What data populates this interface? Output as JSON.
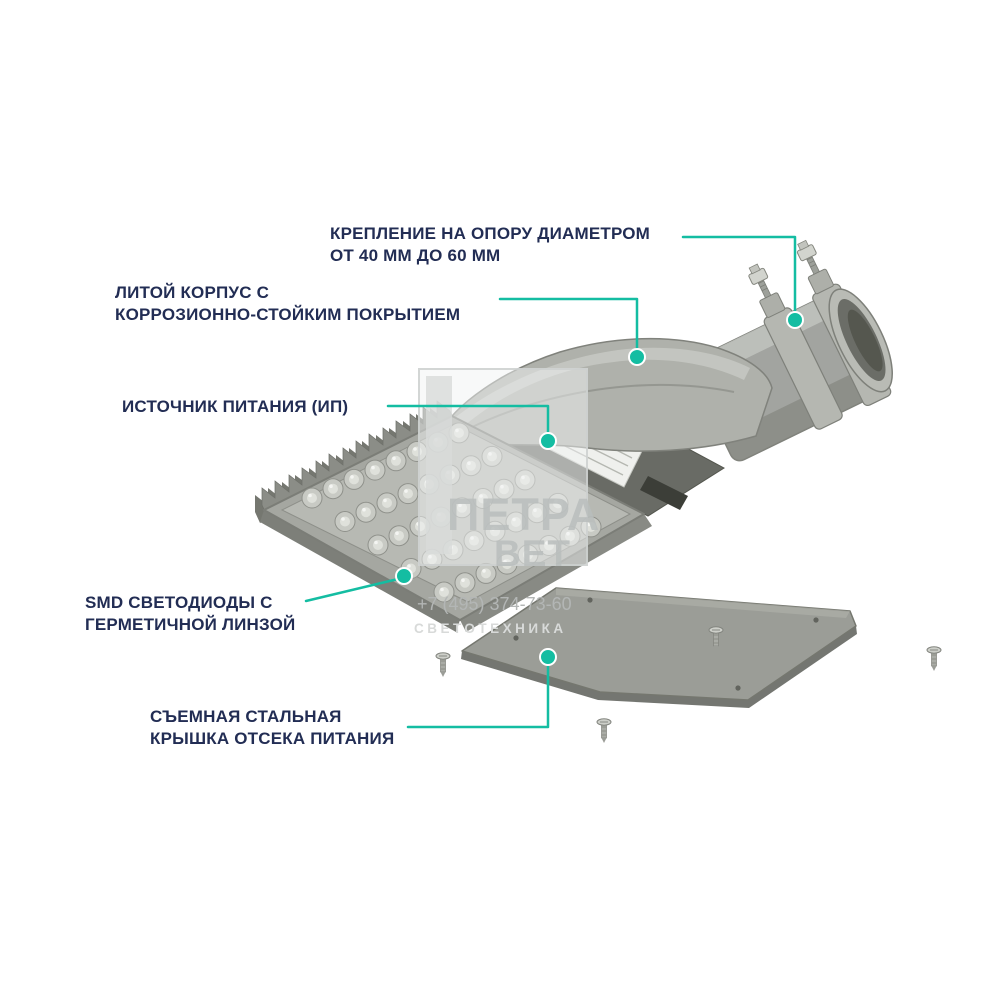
{
  "colors": {
    "accent_teal": "#14bda2",
    "label_navy": "#222d54",
    "background": "#ffffff",
    "product_gray": "#a8aaa4"
  },
  "callouts": {
    "mounting": {
      "text": "КРЕПЛЕНИЕ НА ОПОРУ ДИАМЕТРОМ\nОТ 40 ММ ДО 60 ММ"
    },
    "housing": {
      "text": "ЛИТОЙ КОРПУС С\nКОРРОЗИОННО-СТОЙКИМ ПОКРЫТИЕМ"
    },
    "power_supply": {
      "text": "ИСТОЧНИК ПИТАНИЯ (ИП)"
    },
    "leds": {
      "text": "SMD СВЕТОДИОДЫ С\nГЕРМЕТИЧНОЙ ЛИНЗОЙ"
    },
    "cover": {
      "text": "СЪЕМНАЯ СТАЛЬНАЯ\nКРЫШКА ОТСЕКА ПИТАНИЯ"
    }
  },
  "watermark": {
    "brand_top": "ПЕТРА",
    "brand_bottom": "ВЕТ",
    "phone": "+7 (495) 374-73-60",
    "tagline": "СВЕТОТЕХНИКА"
  }
}
